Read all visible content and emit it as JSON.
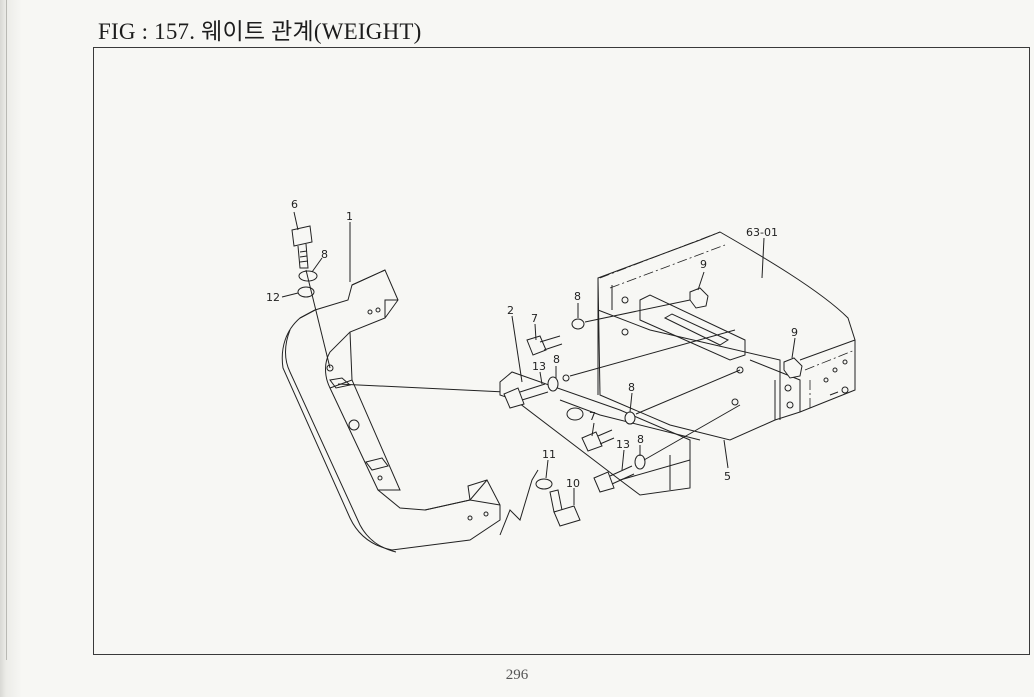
{
  "header": {
    "title": "FIG : 157. 웨이트 관계(WEIGHT)"
  },
  "callouts": {
    "weight_1": "1",
    "bracket_2": "2",
    "base_5": "5",
    "bolt_6": "6",
    "bolt_7a": "7",
    "bolt_7b": "7",
    "washer_8a": "8",
    "washer_8b": "8",
    "washer_8c": "8",
    "washer_8d": "8",
    "washer_8e": "8",
    "nut_9a": "9",
    "nut_9b": "9",
    "bolt_10": "10",
    "washer_11": "11",
    "washer_12": "12",
    "bolt_13a": "13",
    "bolt_13b": "13",
    "frame_ref": "63-01"
  },
  "footer": {
    "page_number": "296"
  }
}
